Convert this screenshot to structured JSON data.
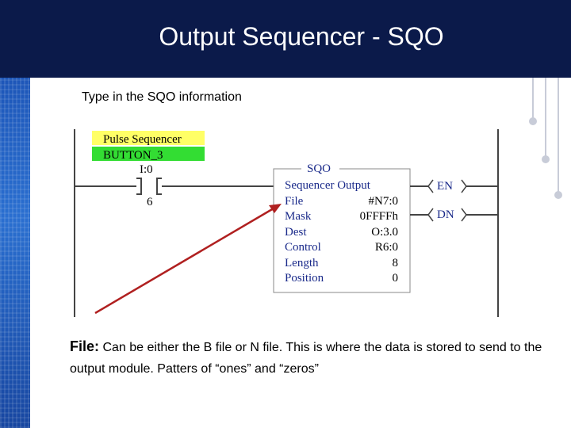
{
  "title": "Output Sequencer - SQO",
  "intro": "Type in the SQO information",
  "ladder": {
    "comment_line1": "Pulse Sequencer",
    "comment_line2": "BUTTON_3",
    "contact_address": "I:0",
    "contact_bit": "6",
    "instruction_name": "SQO",
    "instruction_title": "Sequencer Output",
    "params": [
      {
        "label": "File",
        "value": "#N7:0"
      },
      {
        "label": "Mask",
        "value": "0FFFFh"
      },
      {
        "label": "Dest",
        "value": "O:3.0"
      },
      {
        "label": "Control",
        "value": "R6:0"
      },
      {
        "label": "Length",
        "value": "8"
      },
      {
        "label": "Position",
        "value": "0"
      }
    ],
    "outputs": [
      "EN",
      "DN"
    ]
  },
  "caption": {
    "lead": "File:",
    "text": "  Can be either the B file or N file.  This is where the data is stored to send to the output module.  Patters of “ones” and  “zeros”"
  },
  "colors": {
    "header": "#0b1a4a",
    "comment_line1_bg": "#ffff66",
    "comment_line2_bg": "#33dd33",
    "arrow": "#b02020"
  }
}
